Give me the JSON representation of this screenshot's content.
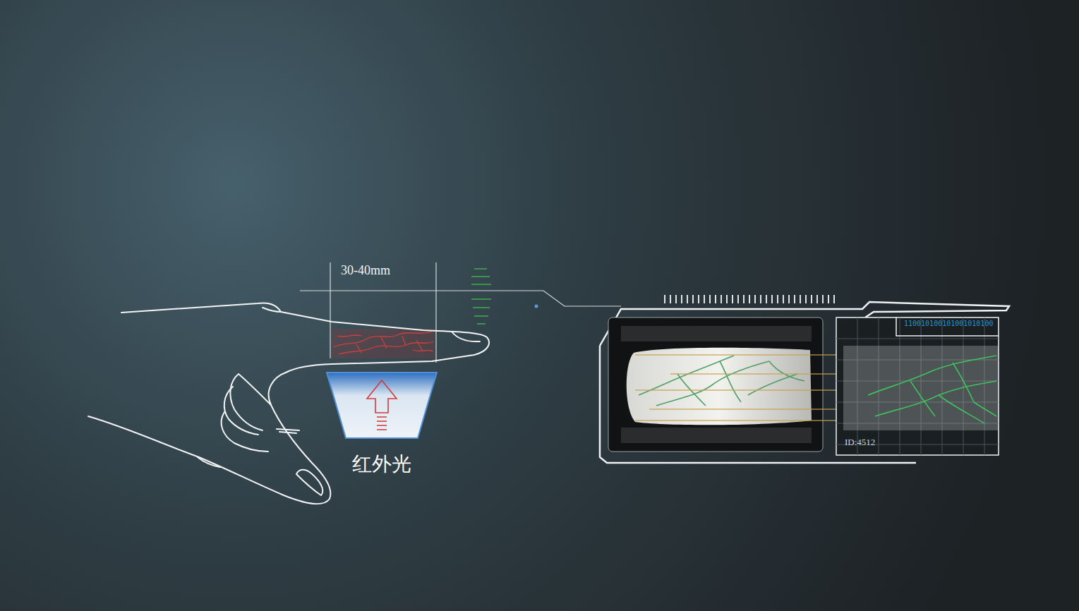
{
  "diagram": {
    "nodes": [
      {
        "text": [
          "红外光"
        ]
      },
      {
        "text": [
          "110010100101001010100",
          "ID:4512"
        ]
      }
    ],
    "labels": [
      "30-40mm"
    ]
  }
}
